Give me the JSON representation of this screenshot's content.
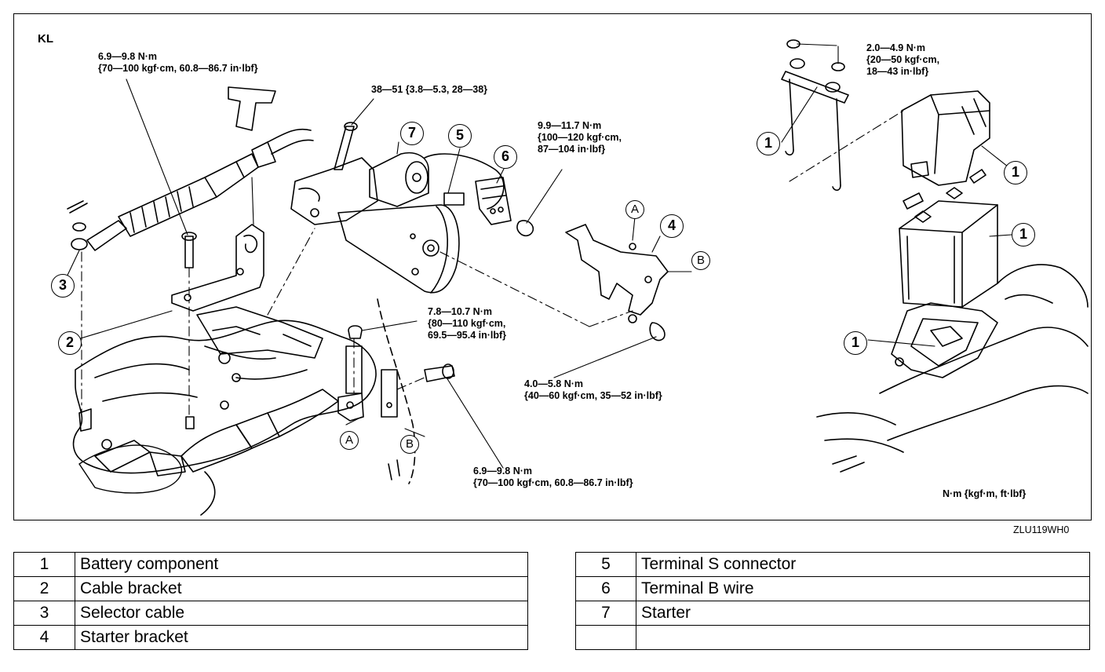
{
  "engine_code": "KL",
  "figure_code": "ZLU119WH0",
  "units_note": "N·m {kgf·m, ft·lbf}",
  "torque_specs": {
    "cable_bracket_bolt": "6.9—9.8 N·m\n{70—100 kgf·cm, 60.8—86.7 in·lbf}",
    "starter_bolt": "38—51 {3.8—5.3, 28—38}",
    "terminal_b_nut": "9.9—11.7 N·m\n{100—120 kgf·cm,\n87—104 in·lbf}",
    "bracket_nut_upper": "7.8—10.7 N·m\n{80—110 kgf·cm,\n69.5—95.4 in·lbf}",
    "bracket_nut_lower": "4.0—5.8 N·m\n{40—60 kgf·cm, 35—52 in·lbf}",
    "bracket_bolt_lower": "6.9—9.8 N·m\n{70—100 kgf·cm, 60.8—86.7 in·lbf}",
    "battery_clamp_nut": "2.0—4.9 N·m\n{20—50 kgf·cm,\n18—43 in·lbf}"
  },
  "callouts": {
    "n1": "1",
    "n2": "2",
    "n3": "3",
    "n4": "4",
    "n5": "5",
    "n6": "6",
    "n7": "7",
    "a": "A",
    "b": "B"
  },
  "legend_left": [
    {
      "num": "1",
      "name": "Battery component"
    },
    {
      "num": "2",
      "name": "Cable bracket"
    },
    {
      "num": "3",
      "name": "Selector cable"
    },
    {
      "num": "4",
      "name": "Starter bracket"
    }
  ],
  "legend_right": [
    {
      "num": "5",
      "name": "Terminal S connector"
    },
    {
      "num": "6",
      "name": "Terminal B wire"
    },
    {
      "num": "7",
      "name": "Starter"
    },
    {
      "num": "",
      "name": ""
    }
  ]
}
